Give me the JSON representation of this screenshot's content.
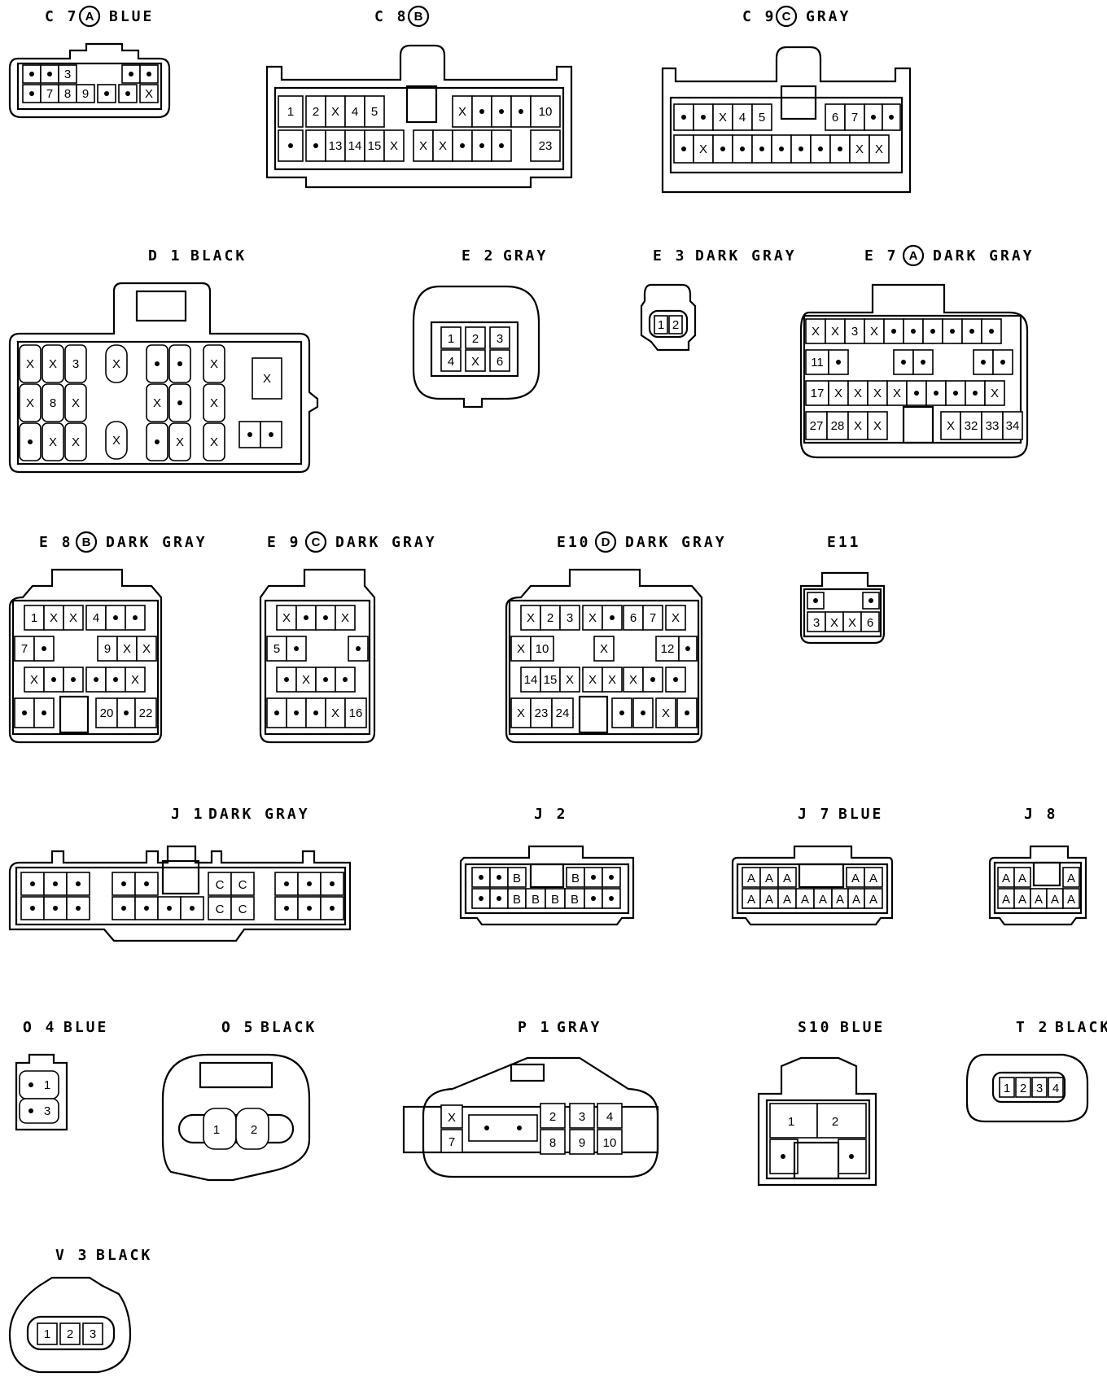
{
  "colors": {
    "ink": "#000000",
    "paper": "#ffffff"
  },
  "connectors": [
    {
      "id": "c7",
      "code": "C 7",
      "variant": "A",
      "color": "BLUE",
      "rows": [
        [
          "•",
          "•",
          "3",
          "",
          "•",
          "•"
        ],
        [
          "•",
          "7",
          "8",
          "9",
          "•",
          "•",
          "X"
        ]
      ]
    },
    {
      "id": "c8",
      "code": "C 8",
      "variant": "B",
      "color": "",
      "rows": [
        [
          "1",
          "2",
          "X",
          "4",
          "5",
          "",
          "X",
          "•",
          "•",
          "•",
          "10"
        ],
        [
          "•",
          "•",
          "13",
          "14",
          "15",
          "X",
          "X",
          "X",
          "•",
          "•",
          "•",
          "23"
        ]
      ]
    },
    {
      "id": "c9",
      "code": "C 9",
      "variant": "C",
      "color": "GRAY",
      "rows": [
        [
          "•",
          "•",
          "X",
          "4",
          "5",
          "",
          "6",
          "7",
          "•",
          "•"
        ],
        [
          "•",
          "X",
          "•",
          "•",
          "•",
          "•",
          "•",
          "•",
          "•",
          "X",
          "X"
        ]
      ]
    },
    {
      "id": "d1",
      "code": "D 1",
      "variant": "",
      "color": "BLACK",
      "rows": [
        [
          "X",
          "X",
          "3",
          "X",
          "•",
          "•",
          "X",
          "X"
        ],
        [
          "X",
          "8",
          "X",
          "X",
          "•",
          "X"
        ],
        [
          "•",
          "X",
          "X",
          "X",
          "•",
          "X",
          "X",
          "•",
          "•"
        ]
      ]
    },
    {
      "id": "e2",
      "code": "E 2",
      "variant": "",
      "color": "GRAY",
      "rows": [
        [
          "1",
          "2",
          "3"
        ],
        [
          "4",
          "X",
          "6"
        ]
      ]
    },
    {
      "id": "e3",
      "code": "E 3",
      "variant": "",
      "color": "DARK GRAY",
      "rows": [
        [
          "1",
          "2"
        ]
      ]
    },
    {
      "id": "e7",
      "code": "E 7",
      "variant": "A",
      "color": "DARK GRAY",
      "rows": [
        [
          "X",
          "X",
          "3",
          "X",
          "•",
          "•",
          "•",
          "•",
          "•",
          "•"
        ],
        [
          "11",
          "•",
          "•",
          "•",
          "•",
          "•"
        ],
        [
          "17",
          "X",
          "X",
          "X",
          "X",
          "•",
          "•",
          "•",
          "•",
          "X"
        ],
        [
          "27",
          "28",
          "X",
          "X",
          "X",
          "32",
          "33",
          "34"
        ]
      ]
    },
    {
      "id": "e8",
      "code": "E 8",
      "variant": "B",
      "color": "DARK GRAY",
      "rows": [
        [
          "1",
          "X",
          "X",
          "4",
          "•",
          "•"
        ],
        [
          "7",
          "•",
          "9",
          "X",
          "X"
        ],
        [
          "X",
          "•",
          "•",
          "•",
          "•",
          "X"
        ],
        [
          "•",
          "•",
          "20",
          "•",
          "22"
        ]
      ]
    },
    {
      "id": "e9",
      "code": "E 9",
      "variant": "C",
      "color": "DARK GRAY",
      "rows": [
        [
          "X",
          "•",
          "•",
          "X"
        ],
        [
          "5",
          "•",
          "•"
        ],
        [
          "•",
          "X",
          "•",
          "•"
        ],
        [
          "•",
          "•",
          "•",
          "X",
          "16"
        ]
      ]
    },
    {
      "id": "e10",
      "code": "E10",
      "variant": "D",
      "color": "DARK GRAY",
      "rows": [
        [
          "X",
          "2",
          "3",
          "X",
          "•",
          "6",
          "7",
          "X"
        ],
        [
          "X",
          "10",
          "X",
          "12",
          "•"
        ],
        [
          "14",
          "15",
          "X",
          "X",
          "X",
          "X",
          "•",
          "•"
        ],
        [
          "X",
          "23",
          "24",
          "•",
          "•",
          "X",
          "•"
        ]
      ]
    },
    {
      "id": "e11",
      "code": "E11",
      "variant": "",
      "color": "",
      "rows": [
        [
          "•",
          "•"
        ],
        [
          "3",
          "X",
          "X",
          "6"
        ]
      ]
    },
    {
      "id": "j1",
      "code": "J 1",
      "variant": "",
      "color": "DARK GRAY",
      "rows": [
        [
          "•",
          "•",
          "•",
          "•",
          "•",
          "C",
          "C",
          "•",
          "•",
          "•"
        ],
        [
          "•",
          "•",
          "•",
          "•",
          "•",
          "•",
          "•",
          "C",
          "C",
          "•",
          "•",
          "•"
        ]
      ]
    },
    {
      "id": "j2",
      "code": "J 2",
      "variant": "",
      "color": "",
      "rows": [
        [
          "•",
          "•",
          "B",
          "B",
          "•",
          "•"
        ],
        [
          "•",
          "•",
          "B",
          "B",
          "B",
          "B",
          "•",
          "•"
        ]
      ]
    },
    {
      "id": "j7",
      "code": "J 7",
      "variant": "",
      "color": "BLUE",
      "rows": [
        [
          "A",
          "A",
          "A",
          "A",
          "A"
        ],
        [
          "A",
          "A",
          "A",
          "A",
          "A",
          "A",
          "A",
          "A"
        ]
      ]
    },
    {
      "id": "j8",
      "code": "J 8",
      "variant": "",
      "color": "",
      "rows": [
        [
          "A",
          "A",
          "A"
        ],
        [
          "A",
          "A",
          "A",
          "A",
          "A"
        ]
      ]
    },
    {
      "id": "o4",
      "code": "O 4",
      "variant": "",
      "color": "BLUE",
      "rows": [
        [
          "•",
          "1"
        ],
        [
          "•",
          "3"
        ]
      ]
    },
    {
      "id": "o5",
      "code": "O 5",
      "variant": "",
      "color": "BLACK",
      "rows": [
        [
          "1",
          "2"
        ]
      ]
    },
    {
      "id": "p1",
      "code": "P 1",
      "variant": "",
      "color": "GRAY",
      "rows": [
        [
          "X",
          "2",
          "3",
          "4"
        ],
        [
          "7",
          "•",
          "•",
          "8",
          "9",
          "10"
        ]
      ]
    },
    {
      "id": "s10",
      "code": "S10",
      "variant": "",
      "color": "BLUE",
      "rows": [
        [
          "1",
          "2"
        ],
        [
          "•",
          "•"
        ]
      ]
    },
    {
      "id": "t2",
      "code": "T 2",
      "variant": "",
      "color": "BLACK",
      "rows": [
        [
          "1",
          "2",
          "3",
          "4"
        ]
      ]
    },
    {
      "id": "v3",
      "code": "V 3",
      "variant": "",
      "color": "BLACK",
      "rows": [
        [
          "1",
          "2",
          "3"
        ]
      ]
    }
  ]
}
